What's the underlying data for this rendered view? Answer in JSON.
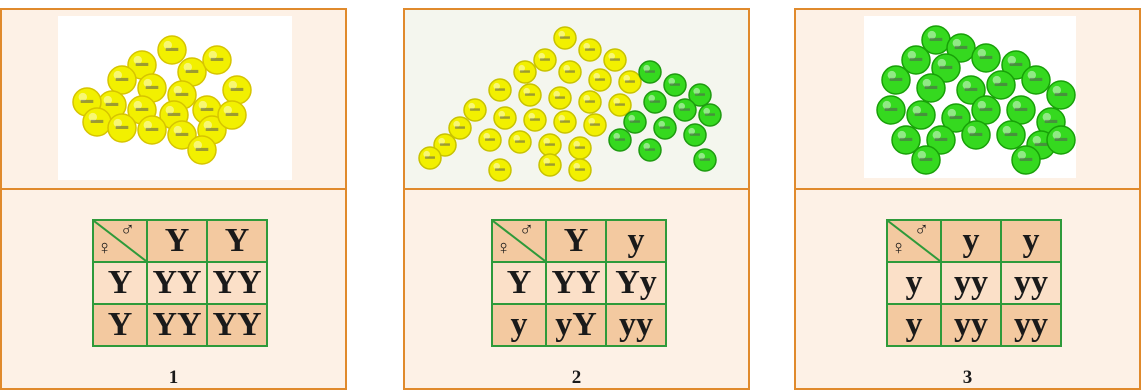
{
  "panels": [
    {
      "caption": "1",
      "female_symbol": "♀",
      "male_symbol": "♂",
      "cols": [
        "Y",
        "Y"
      ],
      "rows": [
        {
          "head": "Y",
          "cells": [
            "YY",
            "YY"
          ]
        },
        {
          "head": "Y",
          "cells": [
            "YY",
            "YY"
          ]
        }
      ],
      "seed_mix": "all-yellow"
    },
    {
      "caption": "2",
      "female_symbol": "♀",
      "male_symbol": "♂",
      "cols": [
        "Y",
        "y"
      ],
      "rows": [
        {
          "head": "Y",
          "cells": [
            "YY",
            "Yy"
          ]
        },
        {
          "head": "y",
          "cells": [
            "yY",
            "yy"
          ]
        }
      ],
      "seed_mix": "yellow-and-green"
    },
    {
      "caption": "3",
      "female_symbol": "♀",
      "male_symbol": "♂",
      "cols": [
        "y",
        "y"
      ],
      "rows": [
        {
          "head": "y",
          "cells": [
            "yy",
            "yy"
          ]
        },
        {
          "head": "y",
          "cells": [
            "yy",
            "yy"
          ]
        }
      ],
      "seed_mix": "all-green"
    }
  ],
  "colors": {
    "border": "#e08a2c",
    "grid": "#2e9a3a",
    "cell_dark": "#f3c9a0",
    "cell_light": "#fbe0c8",
    "yellow_seed": "#f2f000",
    "green_seed": "#35d91f"
  }
}
